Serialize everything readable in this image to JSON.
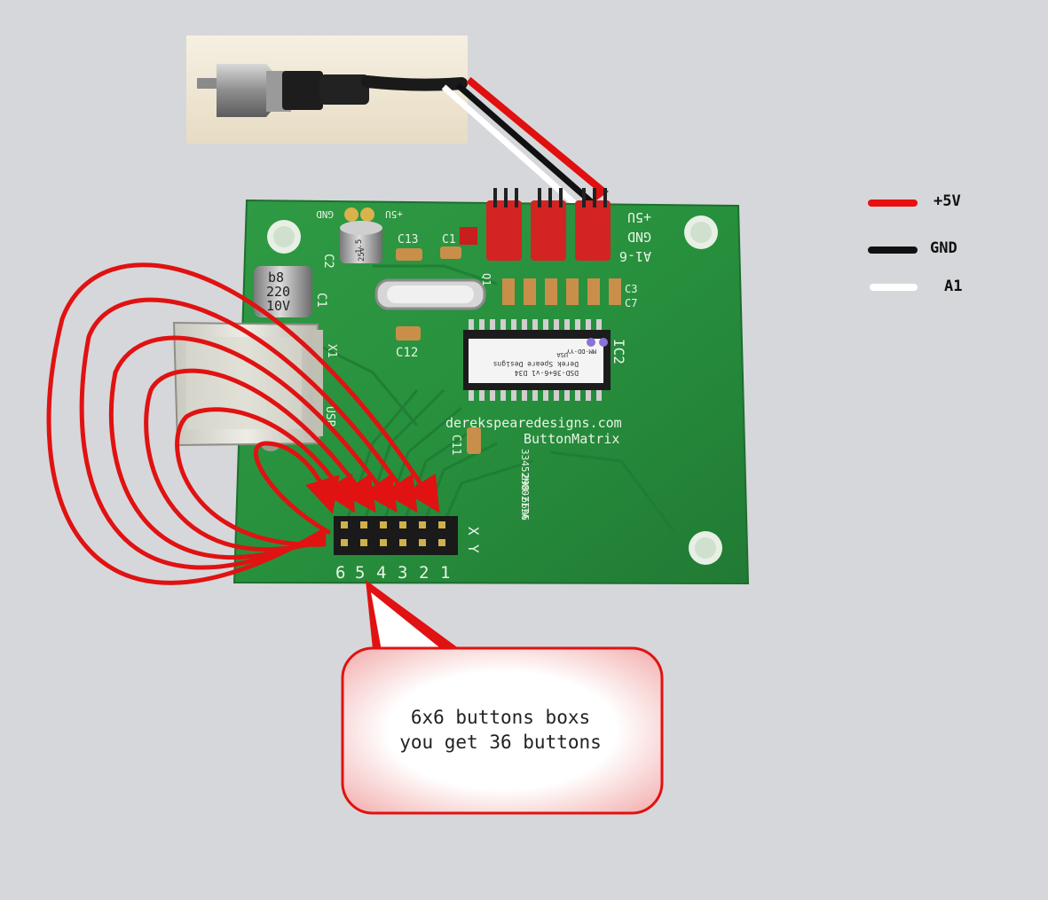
{
  "legend": [
    {
      "label": "+5V",
      "color": "#e81010"
    },
    {
      "label": "GND",
      "color": "#111111"
    },
    {
      "label": "A1",
      "color": "#ffffff"
    }
  ],
  "callout": {
    "line1": "6x6 buttons boxs",
    "line2": "you get 36 buttons"
  },
  "board": {
    "website": "derekspearedesigns.com",
    "product": "ButtonMatrix",
    "header_right_labels": [
      "+5U",
      "GND",
      "A1-6"
    ],
    "pin_numbers": [
      "6",
      "5",
      "4",
      "3",
      "2",
      "1"
    ],
    "pin_axis_labels": [
      "X",
      "Y"
    ],
    "part_number_lines": [
      "33452H00217A",
      "298-6696"
    ],
    "chip_label_lines": [
      "Derek Speare Designs",
      "DSD-36+6-v1 D34",
      "USA"
    ],
    "chip_tag_small": "MM-DD-YY",
    "refs": {
      "ic2": "IC2",
      "c1": "C1",
      "c2": "C2",
      "c3": "C3",
      "c7": "C7",
      "c11": "C11",
      "c12": "C12",
      "c13": "C13",
      "x1": "X1",
      "usb": "USB",
      "q1": "Q1"
    },
    "top_left_labels": {
      "gnd": "GND",
      "plus5v": "+5U"
    },
    "capacitor_c1": [
      "b8",
      "220",
      "10V"
    ],
    "capacitor_c2": [
      "1.5",
      "25V"
    ]
  }
}
